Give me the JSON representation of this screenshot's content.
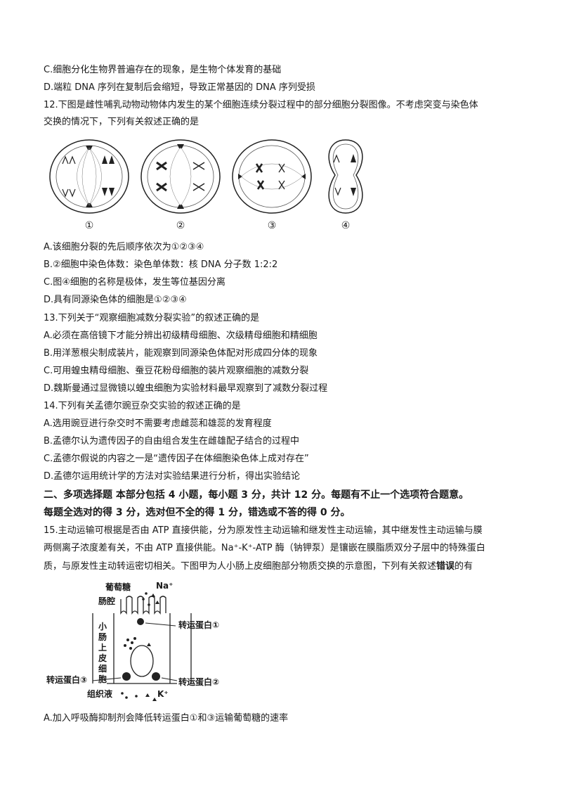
{
  "lines": {
    "l1": "C.细胞分化生物界普遍存在的现象，是生物个体发育的基础",
    "l2": "D.端粒 DNA 序列在复制后会缩短，导致正常基因的 DNA 序列受损",
    "q12a": "12.下图是雌性哺乳动物动物体内发生的某个细胞连续分裂过程中的部分细胞分裂图像。不考虑突变与染色体",
    "q12b": "交换的情况下，下列有关叙述正确的是",
    "q12A": "A.该细胞分裂的先后顺序依次为①②③④",
    "q12B": "B.②细胞中染色体数：染色单体数：核 DNA 分子数 1:2:2",
    "q12C": "C.图④细胞的名称是极体，发生等位基因分离",
    "q12D": "D.具有同源染色体的细胞是①②③④",
    "q13": "13.下列关于“观察细胞减数分裂实验”的叙述正确的是",
    "q13A": "A.必须在高倍镜下才能分辨出初级精母细胞、次级精母细胞和精细胞",
    "q13B": "B.用洋葱根尖制成装片，能观察到同源染色体配对形成四分体的现象",
    "q13C": "C.可用蝗虫精母细胞、蚕豆花粉母细胞的装片观察细胞的减数分裂",
    "q13D": "D.魏斯曼通过显微镜以蝗虫细胞为实验材料最早观察到了减数分裂过程",
    "q14": "14.下列有关孟德尔豌豆杂交实验的叙述正确的是",
    "q14A": "A.选用豌豆进行杂交时不需要考虑雌蕊和雄蕊的发育程度",
    "q14B": "B.孟德尔认为遗传因子的自由组合发生在雌雄配子结合的过程中",
    "q14C": "C.孟德尔假说的内容之一是“遗传因子在体细胞染色体上成对存在”",
    "q14D": "D.孟德尔运用统计学的方法对实验结果进行分析，得出实验结论",
    "sec2a": "二、多项选择题 本部分包括 4 小题，每小题 3 分，共计 12 分。每题有不止一个选项符合题意。",
    "sec2b": "每题全选对的得 3 分，选对但不全的得 1 分，错选或不答的得 0 分。",
    "q15a": "15.主动运输可根据是否由 ATP 直接供能，分为原发性主动运输和继发性主动运输，其中继发性主动运输与膜",
    "q15b": "两侧离子浓度差有关，不由 ATP 直接供能。Na⁺-K⁺-ATP 酶（钠钾泵）是镶嵌在膜脂质双分子层中的特殊蛋白",
    "q15c_pre": "质，与原发性主动转运密切相关。下图甲为人小肠上皮细胞部分物质交换的示意图，下列有关叙述",
    "q15c_bold": "错误",
    "q15c_post": "的有",
    "q15A": "A.加入呼吸酶抑制剂会降低转运蛋白①和③运输葡萄糖的速率"
  },
  "figure_labels": [
    "①",
    "②",
    "③",
    "④"
  ],
  "diagram": {
    "glucose": "葡萄糖",
    "na": "Na⁺",
    "lumen": "肠腔",
    "cell": [
      "小",
      "肠",
      "上",
      "皮",
      "细",
      "胞"
    ],
    "tp1": "转运蛋白①",
    "tp2": "转运蛋白②",
    "tp3": "转运蛋白③",
    "tissue": "组织液",
    "k": "K⁺"
  }
}
